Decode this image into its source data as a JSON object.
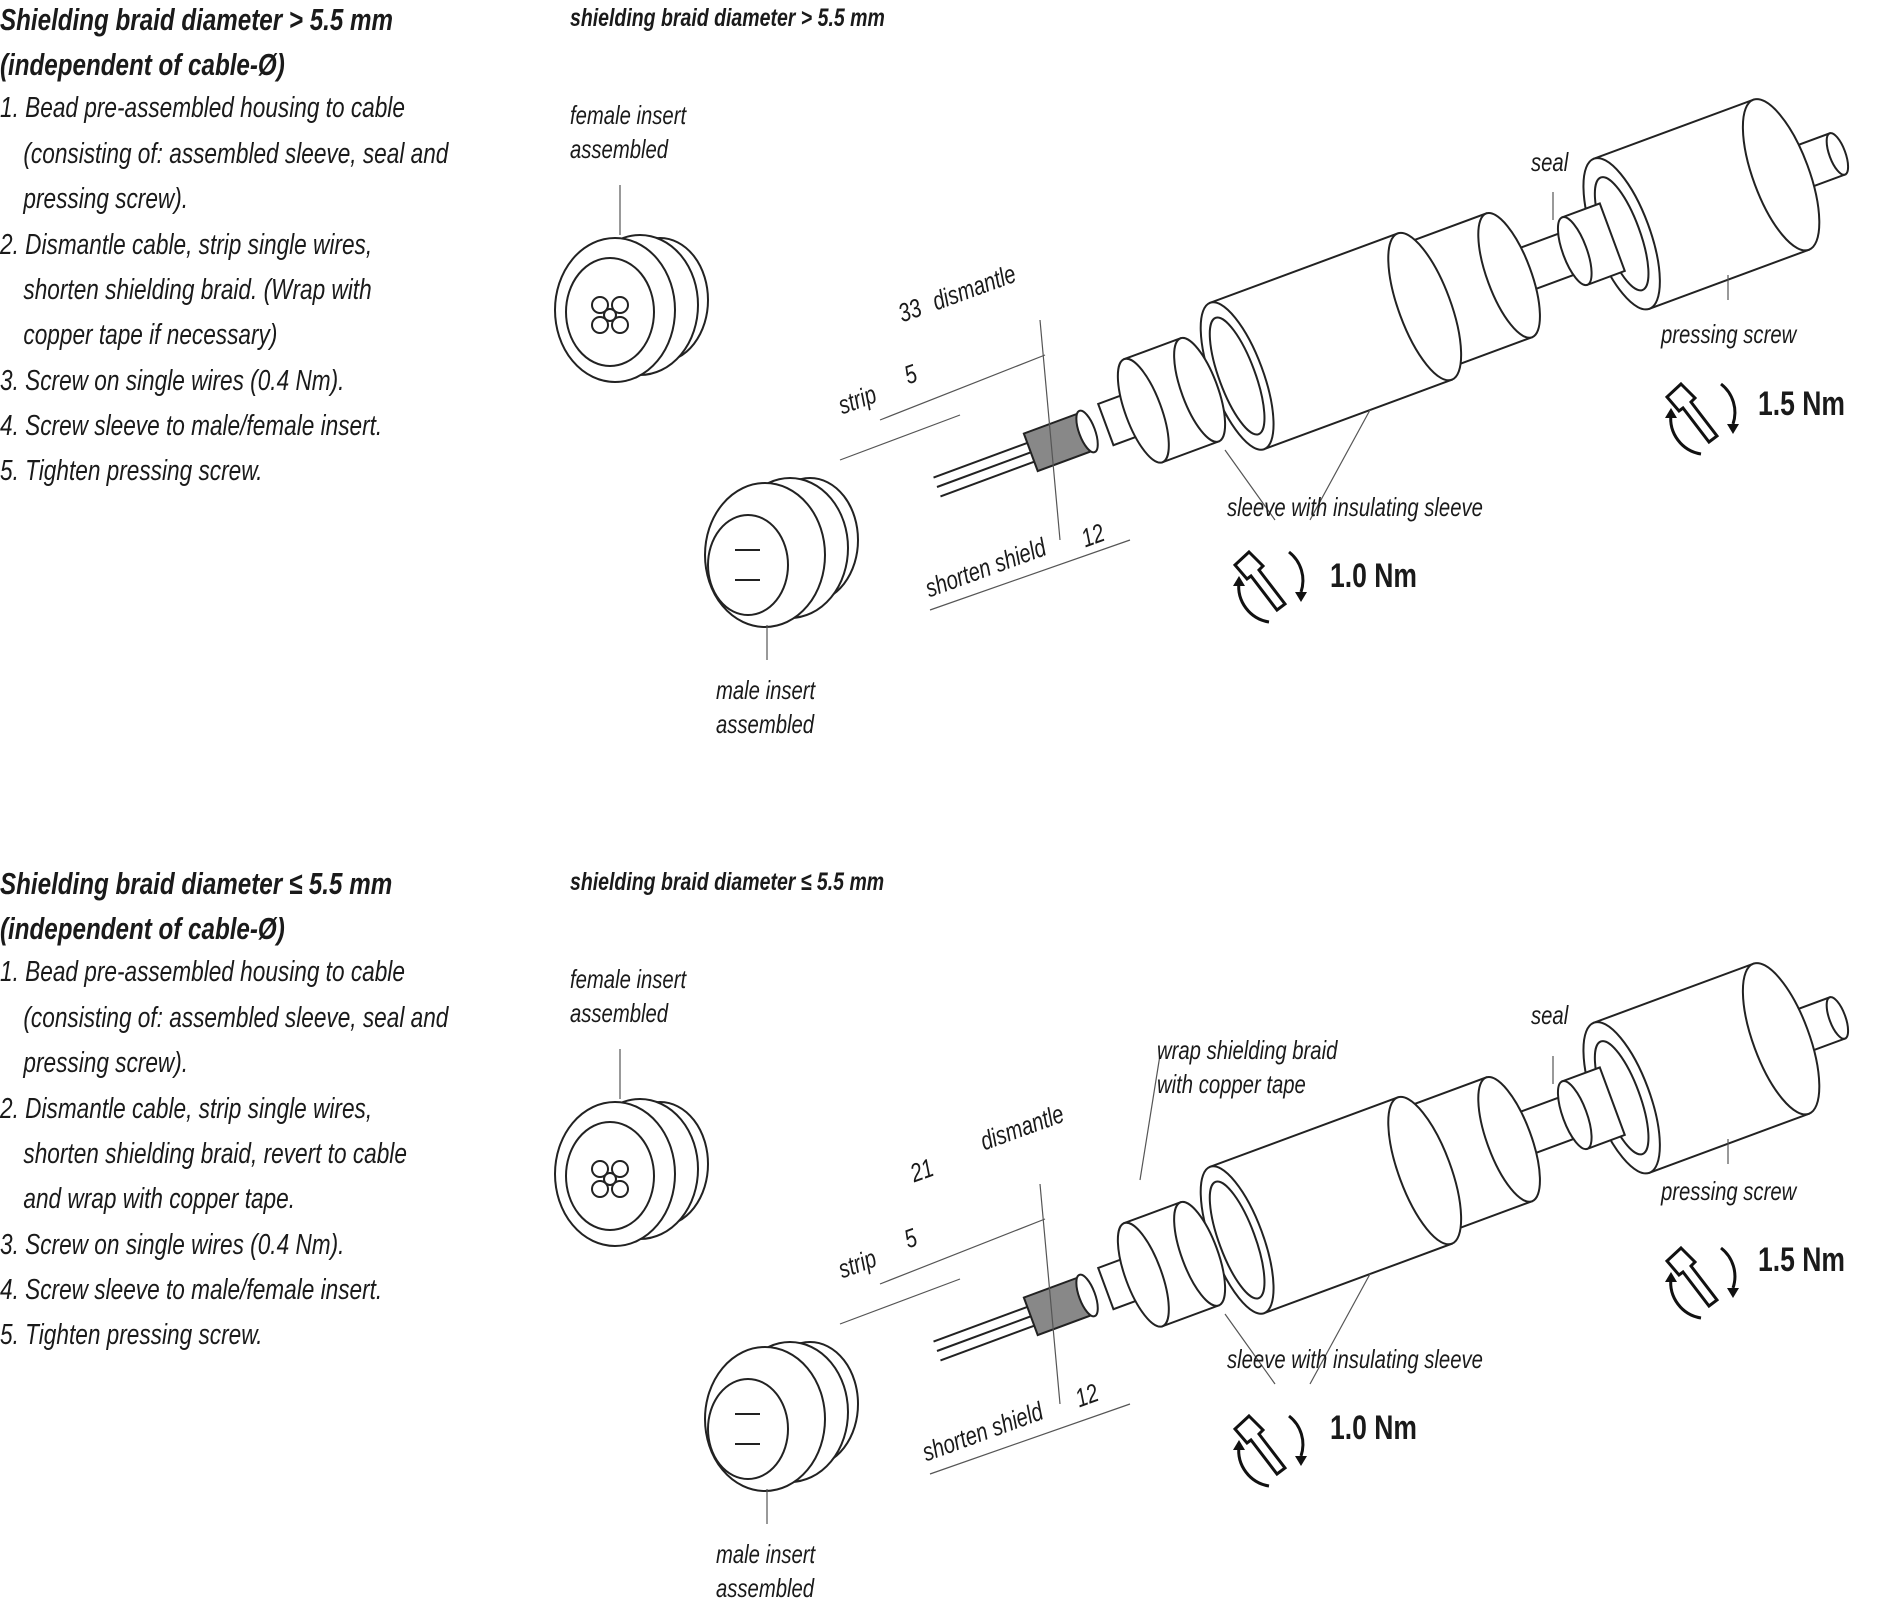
{
  "sections": [
    {
      "heading_line1": "Shielding braid diameter  > 5.5 mm",
      "heading_line2": "(independent of cable-Ø)",
      "steps": [
        "1.  Bead pre-assembled housing to cable",
        "(consisting of: assembled sleeve, seal and",
        "pressing screw).",
        "2.  Dismantle cable, strip single wires,",
        "shorten shielding braid. (Wrap with",
        "copper tape if necessary)",
        "3.  Screw on single wires (0.4 Nm).",
        "4.  Screw sleeve to male/female insert.",
        "5.  Tighten pressing screw."
      ],
      "figure_title": "shielding braid diameter > 5.5 mm",
      "labels": {
        "female_insert_1": "female insert",
        "female_insert_2": "assembled",
        "male_insert_1": "male insert",
        "male_insert_2": "assembled",
        "seal": "seal",
        "pressing_screw": "pressing screw",
        "sleeve": "sleeve with insulating sleeve",
        "dismantle": "dismantle",
        "dismantle_len": "33",
        "strip": "strip",
        "strip_len": "5",
        "shorten_shield": "shorten shield",
        "shield_len": "12",
        "torque_screw": "1.5 Nm",
        "torque_sleeve": "1.0 Nm"
      }
    },
    {
      "heading_line1": "Shielding braid diameter  ≤ 5.5 mm",
      "heading_line2": "(independent of cable-Ø)",
      "steps": [
        "1.  Bead pre-assembled housing to cable",
        "(consisting of: assembled sleeve, seal and",
        "pressing screw).",
        "2.  Dismantle cable, strip single wires,",
        "shorten shielding braid, revert to cable",
        "and wrap with copper tape.",
        "3.  Screw on single wires (0.4 Nm).",
        "4.  Screw sleeve to male/female insert.",
        "5.  Tighten pressing screw."
      ],
      "figure_title": "shielding braid diameter ≤ 5.5 mm",
      "labels": {
        "female_insert_1": "female insert",
        "female_insert_2": "assembled",
        "male_insert_1": "male insert",
        "male_insert_2": "assembled",
        "seal": "seal",
        "pressing_screw": "pressing screw",
        "sleeve": "sleeve with insulating sleeve",
        "dismantle": "dismantle",
        "dismantle_len": "21",
        "strip": "strip",
        "strip_len": "5",
        "shorten_shield": "shorten shield",
        "shield_len": "12",
        "torque_screw": "1.5 Nm",
        "torque_sleeve": "1.0 Nm",
        "wrap_1": "wrap shielding braid",
        "wrap_2": "with copper tape"
      }
    }
  ]
}
